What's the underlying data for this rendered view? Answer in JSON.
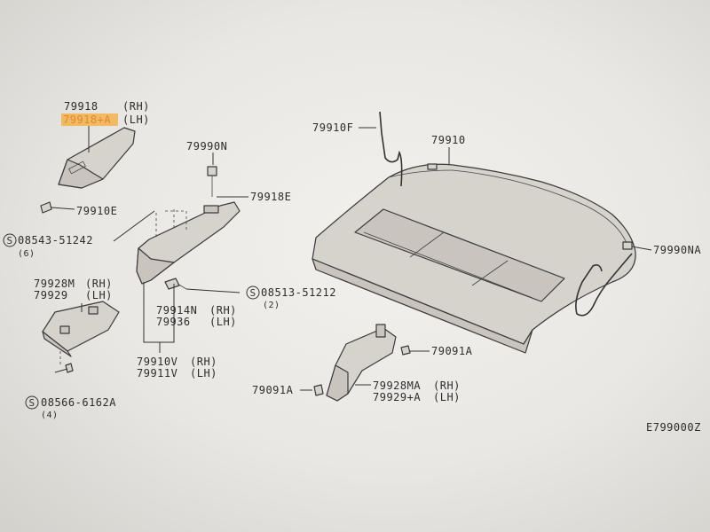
{
  "labels": {
    "p79918": "79918",
    "p79918_rh": "(RH)",
    "p79918a": "79918+A",
    "p79918a_lh": "(LH)",
    "p79910e": "79910E",
    "p08543": "08543-51242",
    "p08543_qty": "(6)",
    "p79990n": "79990N",
    "p79918e": "79918E",
    "p79928m": "79928M",
    "p79928m_rh": "(RH)",
    "p79929": "79929",
    "p79929_lh": "(LH)",
    "p08566": "08566-6162A",
    "p08566_qty": "(4)",
    "p79914n": "79914N",
    "p79914n_rh": "(RH)",
    "p79936": "79936",
    "p79936_lh": "(LH)",
    "p08513": "08513-51212",
    "p08513_qty": "(2)",
    "p79910v": "79910V",
    "p79910v_rh": "(RH)",
    "p79911v": "79911V",
    "p79911v_lh": "(LH)",
    "p79910f": "79910F",
    "p79910": "79910",
    "p79990na": "79990NA",
    "p79091a_r": "79091A",
    "p79091a_l": "79091A",
    "p79928ma": "79928MA",
    "p79928ma_rh": "(RH)",
    "p79929a": "79929+A",
    "p79929a_lh": "(LH)",
    "s_mark": "S",
    "diagram_code": "E799000Z"
  },
  "colors": {
    "highlight": "#f5b24d",
    "ink": "#2c2c2c"
  }
}
